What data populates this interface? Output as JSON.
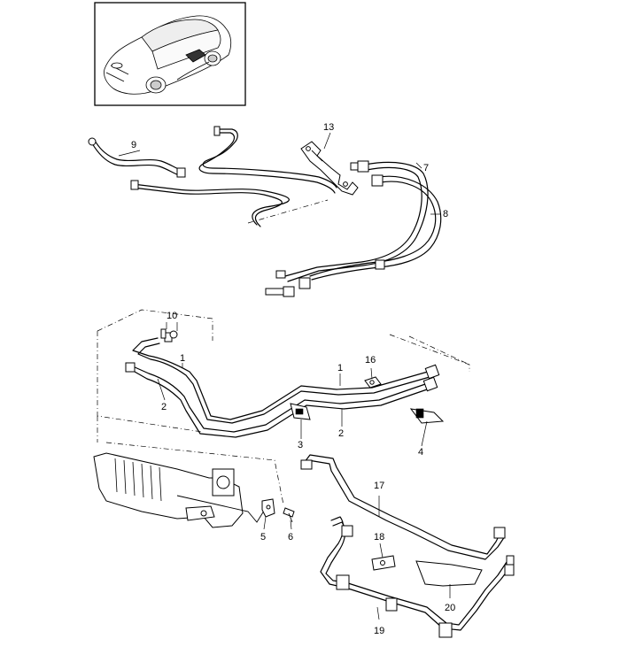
{
  "parts": {
    "p1a": "1",
    "p1b": "1",
    "p2a": "2",
    "p2b": "2",
    "p3": "3",
    "p4": "4",
    "p5": "5",
    "p6": "6",
    "p7": "7",
    "p8": "8",
    "p9": "9",
    "p10": "10",
    "p13": "13",
    "p16": "16",
    "p17": "17",
    "p18": "18",
    "p19": "19",
    "p20": "20"
  },
  "colors": {
    "line": "#000000",
    "background": "#ffffff"
  }
}
